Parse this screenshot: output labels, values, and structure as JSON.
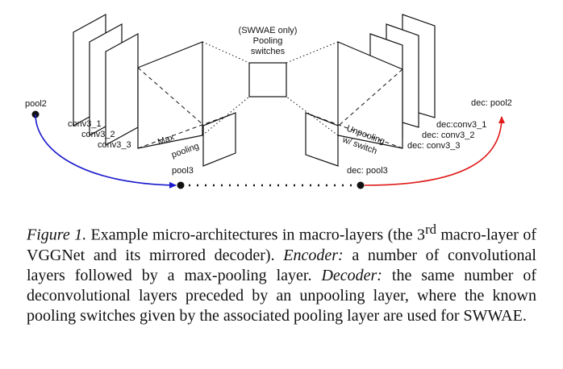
{
  "diagram": {
    "switch_note_lines": [
      "(SWWAE only)",
      "Pooling",
      "switches"
    ],
    "encoder": {
      "input": "pool2",
      "layers": [
        "conv3_1",
        "conv3_2",
        "conv3_3"
      ],
      "pool_op": [
        "Max",
        "pooling"
      ],
      "output": "pool3"
    },
    "decoder": {
      "input": "dec: pool3",
      "unpool_op": [
        "Unpooling",
        "w/ switch"
      ],
      "layers": [
        "dec:conv3_1",
        "dec: conv3_2",
        "dec: conv3_3"
      ],
      "output": "dec: pool2"
    },
    "colors": {
      "encoder_arrow": "#1a1acc",
      "decoder_arrow": "#e01a1a",
      "ink": "#111111"
    }
  },
  "caption": {
    "label": "Figure 1.",
    "text_a": " Example micro-architectures in macro-layers (the 3",
    "sup": "rd",
    "text_b": " macro-layer of VGGNet and its mirrored decoder). ",
    "encoder_term": "Encoder:",
    "text_c": " a number of convolutional layers followed by a max-pooling layer. ",
    "decoder_term": "Decoder:",
    "text_d": " the same number of deconvolutional layers preceded by an unpooling layer, where the known pooling switches given by the associated pooling layer are used for SWWAE."
  }
}
